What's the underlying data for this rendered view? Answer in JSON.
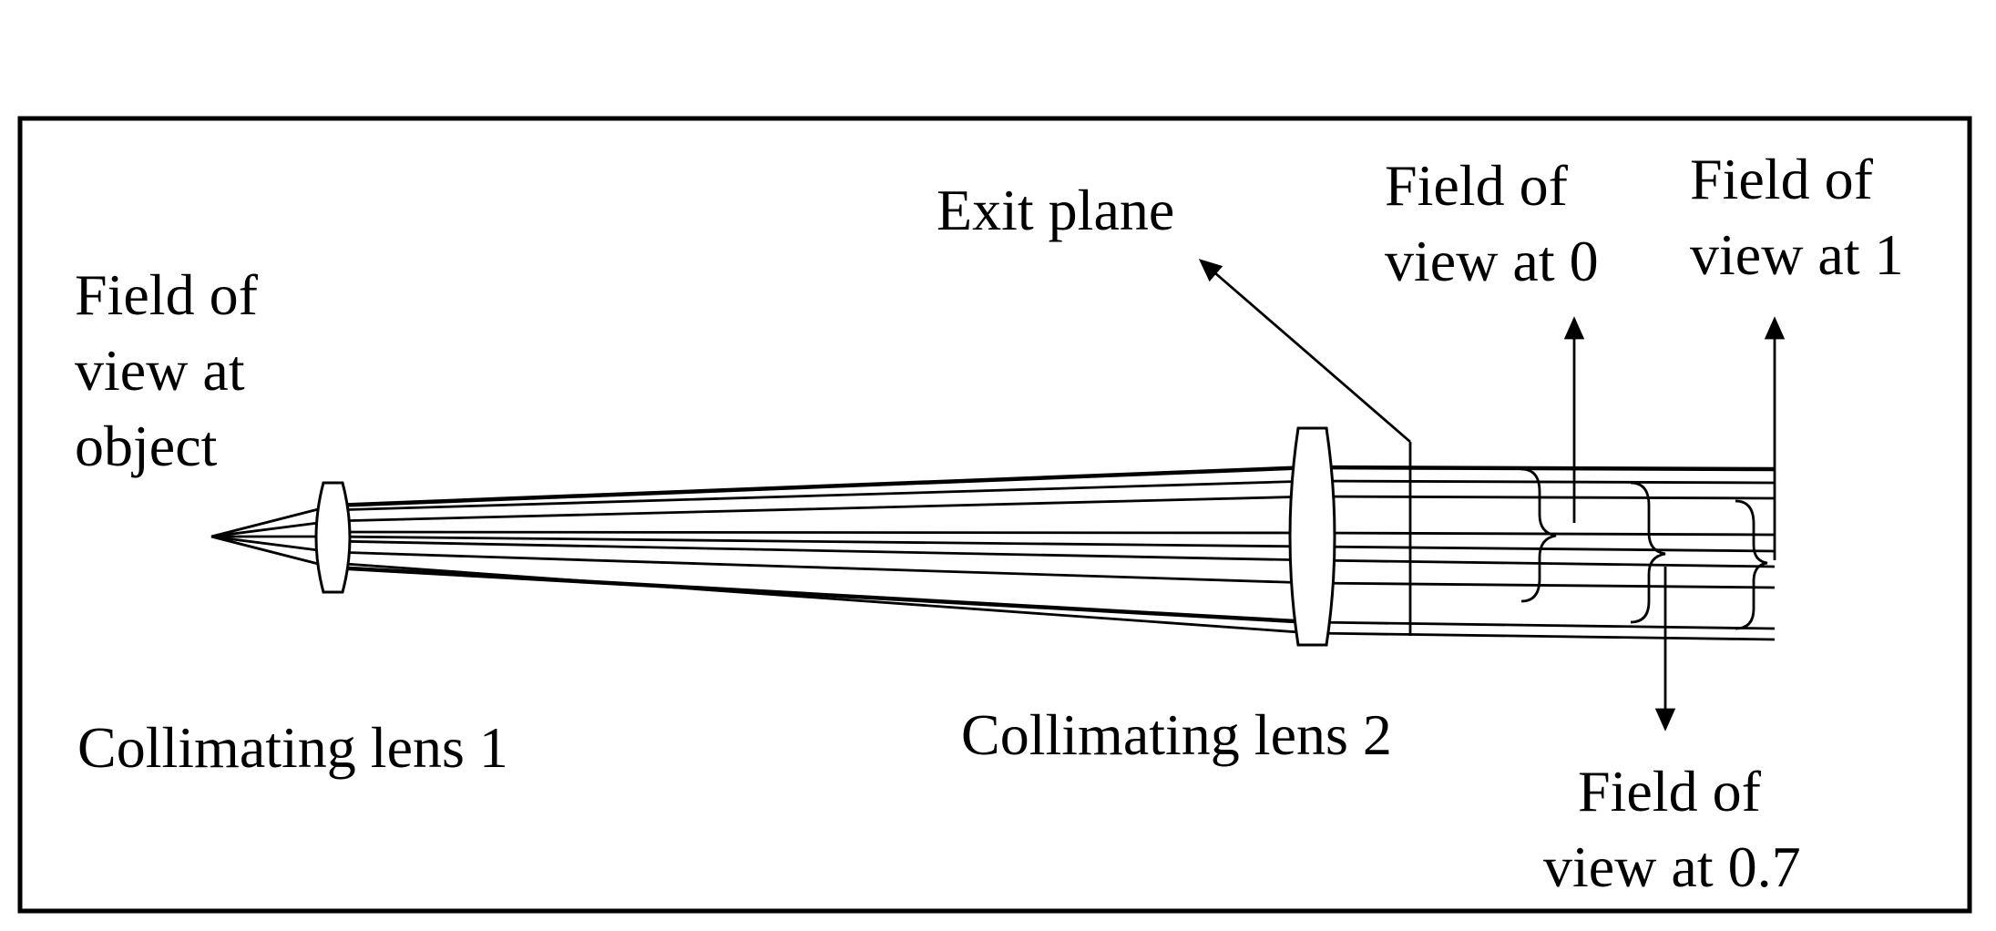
{
  "labels": {
    "fov_object": [
      "Field of",
      "view at",
      "object"
    ],
    "exit_plane": "Exit plane",
    "fov_0": [
      "Field of",
      "view at 0"
    ],
    "fov_1": [
      "Field of",
      "view at 1"
    ],
    "fov_07": [
      "Field of",
      "view at 0.7"
    ],
    "lens1": "Collimating lens 1",
    "lens2": "Collimating lens 2"
  },
  "colors": {
    "ink": "#000000",
    "background": "#ffffff"
  }
}
